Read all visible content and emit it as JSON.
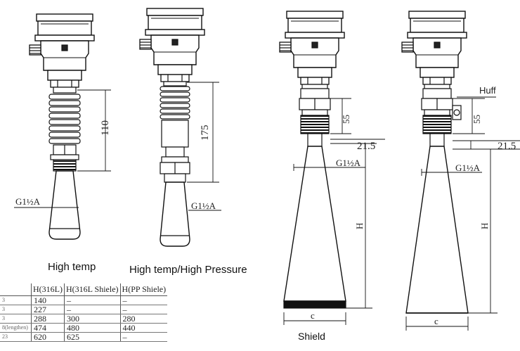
{
  "captions": {
    "high_temp": "High temp",
    "high_temp_pressure": "High temp/High Pressure",
    "shield": "Shield"
  },
  "dimensions": {
    "d110": "110",
    "d175": "175",
    "d55a": "55",
    "d55b": "55",
    "d215a": "21.5",
    "d215b": "21.5",
    "thread1": "G1½A",
    "thread2": "G1½A",
    "thread3": "G1½A",
    "thread4": "G1½A",
    "ha": "H",
    "hb": "H",
    "ca": "c",
    "cb": "c",
    "huff": "Huff"
  },
  "table": {
    "headers": [
      "",
      "H(316L)",
      "H(316L Shiele)",
      "H(PP Shiele)"
    ],
    "rows": [
      [
        "3",
        "140",
        "–",
        "–"
      ],
      [
        "3",
        "227",
        "–",
        "–"
      ],
      [
        "3",
        "288",
        "300",
        "280"
      ],
      [
        "8(lengthen)",
        "474",
        "480",
        "440"
      ],
      [
        "23",
        "620",
        "625",
        "–"
      ]
    ]
  }
}
